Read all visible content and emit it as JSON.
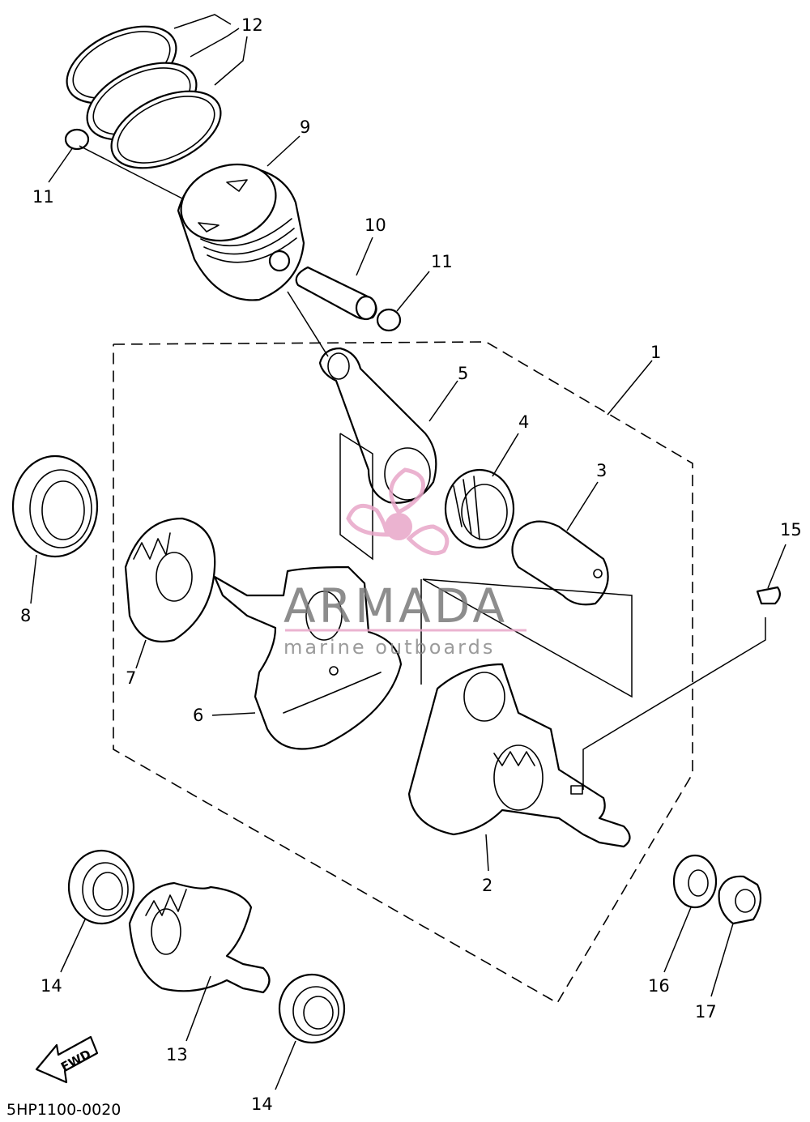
{
  "diagram_code": "5HP1100-0020",
  "watermark": {
    "title": "ARMADA",
    "subtitle": "marine outboards",
    "accent_color": "#e8a6c8"
  },
  "direction_arrow": "FWD",
  "callouts": {
    "c1": "1",
    "c2": "2",
    "c3": "3",
    "c4": "4",
    "c5": "5",
    "c6": "6",
    "c7": "7",
    "c8": "8",
    "c9": "9",
    "c10": "10",
    "c11a": "11",
    "c11b": "11",
    "c12": "12",
    "c13": "13",
    "c14a": "14",
    "c14b": "14",
    "c15": "15",
    "c16": "16",
    "c17": "17"
  }
}
